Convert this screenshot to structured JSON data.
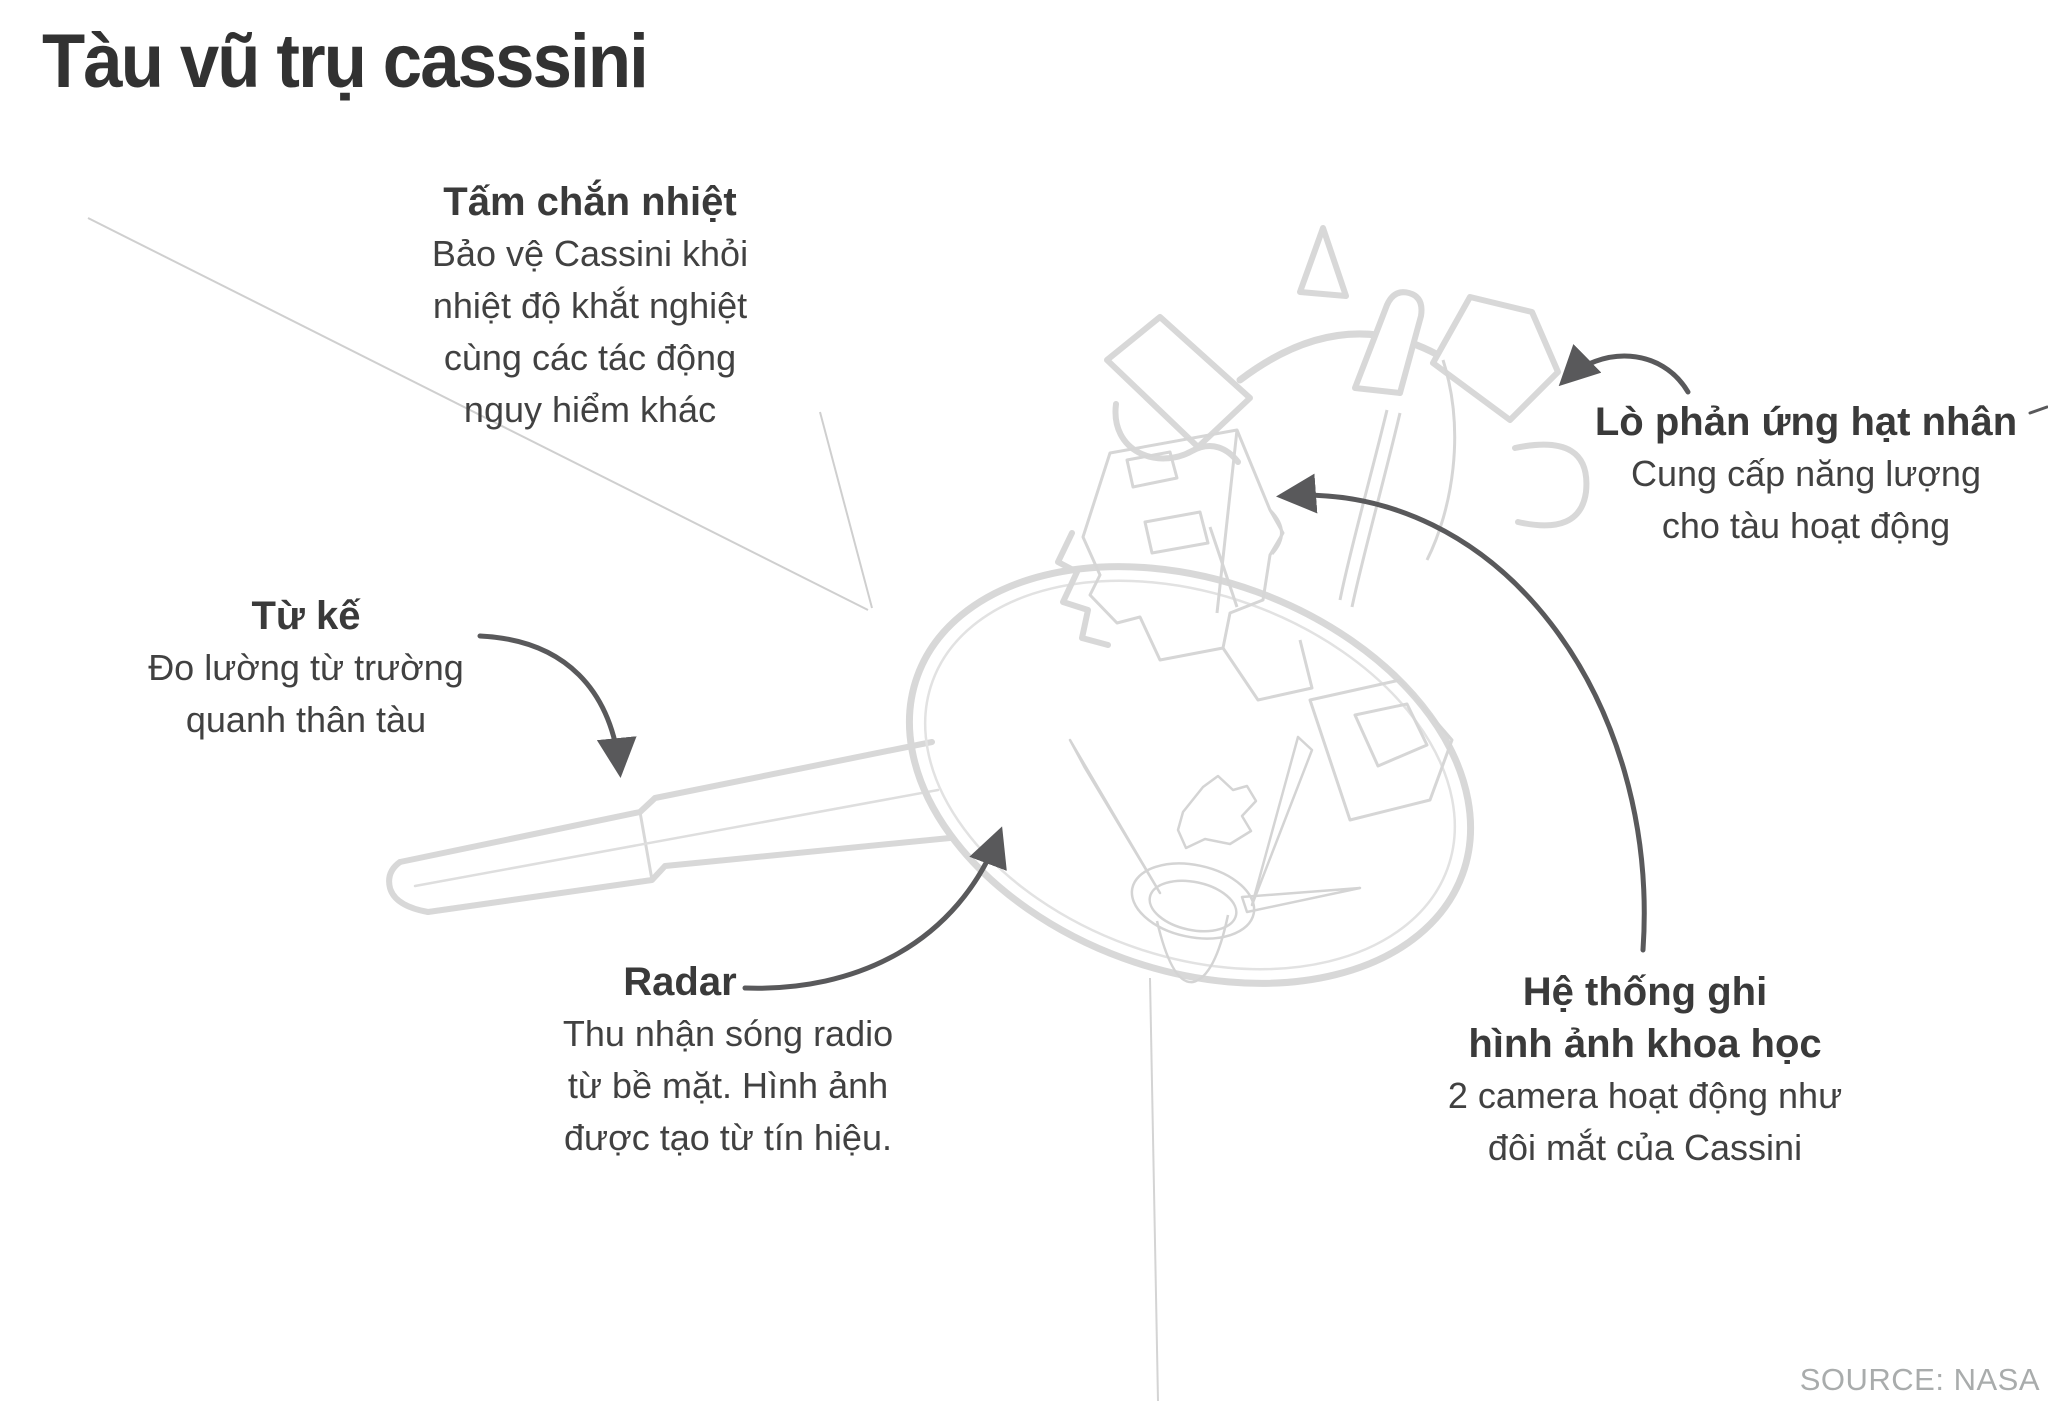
{
  "title": "Tàu vũ trụ casssini",
  "source": "SOURCE: NASA",
  "colors": {
    "text_dark": "#3a3a3a",
    "text_body": "#414141",
    "spacecraft_outline": "#d8d8d8",
    "arrow": "#59595b",
    "source_text": "#a9acac"
  },
  "callouts": {
    "heat_shield": {
      "heading": "Tấm chắn nhiệt",
      "lines": [
        "Bảo vệ Cassini khỏi",
        "nhiệt độ khắt nghiệt",
        "cùng các tác động",
        "nguy hiểm khác"
      ]
    },
    "reactor": {
      "heading": "Lò phản ứng hạt nhân",
      "lines": [
        "Cung cấp năng lượng",
        "cho tàu hoạt động"
      ]
    },
    "magnetometer": {
      "heading": "Từ kế",
      "lines": [
        "Đo lường từ trường",
        "quanh thân tàu"
      ]
    },
    "radar": {
      "heading": "Radar",
      "lines": [
        "Thu nhận sóng radio",
        "từ bề mặt. Hình ảnh",
        "được tạo từ tín hiệu."
      ]
    },
    "imaging": {
      "heading_lines": [
        "Hệ thống ghi",
        "hình ảnh khoa học"
      ],
      "lines": [
        "2 camera hoạt động như",
        "đôi mắt của Cassini"
      ]
    }
  }
}
